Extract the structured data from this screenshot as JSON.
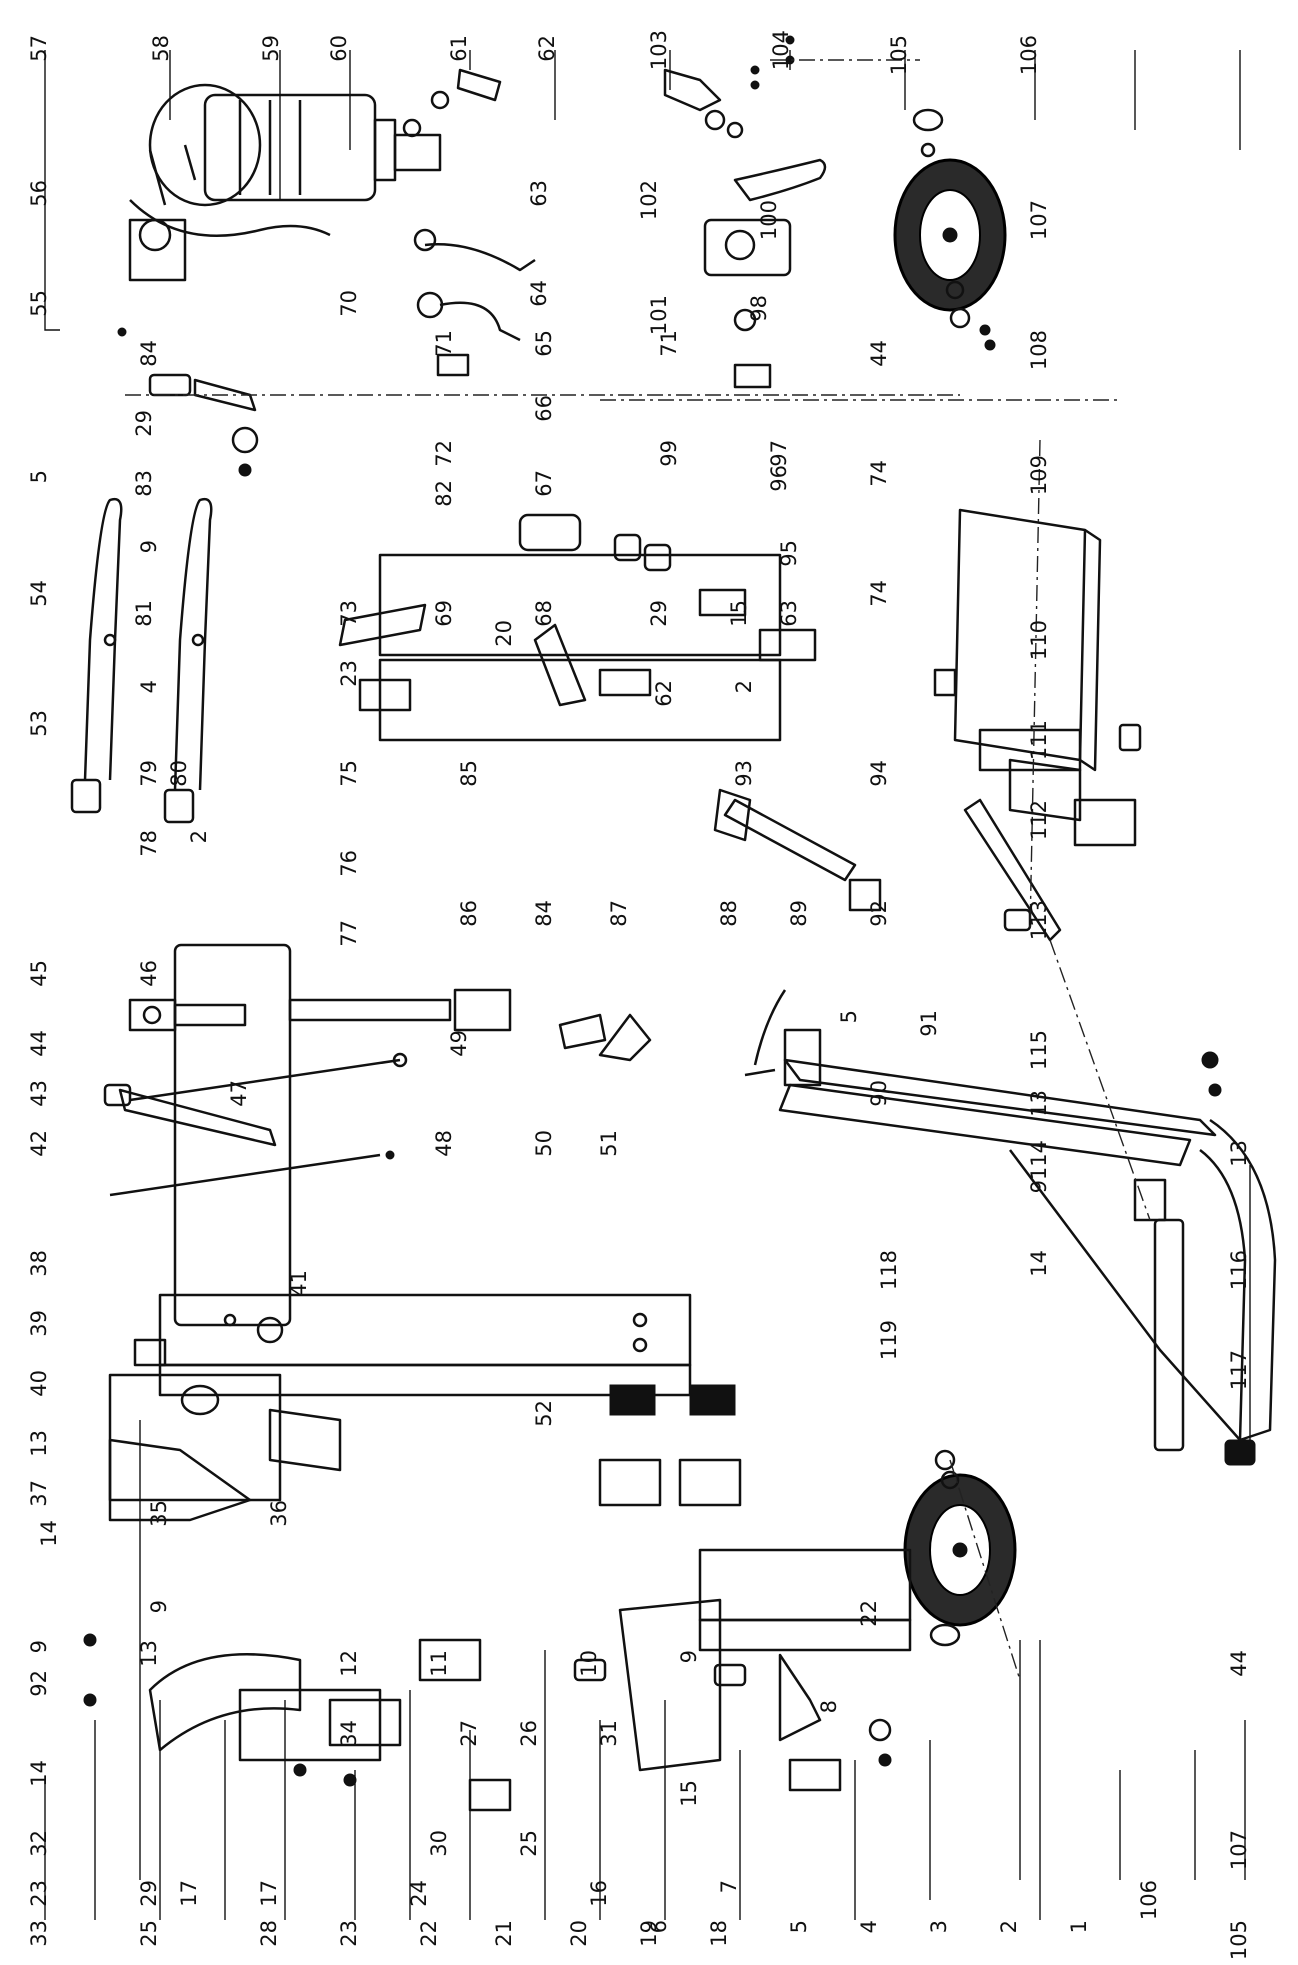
{
  "title": "",
  "callouts": [
    {
      "id": "c57",
      "label": "57"
    },
    {
      "id": "c58",
      "label": "58"
    },
    {
      "id": "c59",
      "label": "59"
    },
    {
      "id": "c60",
      "label": "60"
    },
    {
      "id": "c61",
      "label": "61"
    },
    {
      "id": "c62a",
      "label": "62"
    },
    {
      "id": "c103",
      "label": "103"
    },
    {
      "id": "c104",
      "label": "104"
    },
    {
      "id": "c105a",
      "label": "105"
    },
    {
      "id": "c106a",
      "label": "106"
    },
    {
      "id": "c56",
      "label": "56"
    },
    {
      "id": "c63a",
      "label": "63"
    },
    {
      "id": "c102",
      "label": "102"
    },
    {
      "id": "c64",
      "label": "64"
    },
    {
      "id": "c100",
      "label": "100"
    },
    {
      "id": "c98",
      "label": "98"
    },
    {
      "id": "c107a",
      "label": "107"
    },
    {
      "id": "c55",
      "label": "55"
    },
    {
      "id": "c70",
      "label": "70"
    },
    {
      "id": "c101",
      "label": "101"
    },
    {
      "id": "c65",
      "label": "65"
    },
    {
      "id": "c108",
      "label": "108"
    },
    {
      "id": "c84a",
      "label": "84"
    },
    {
      "id": "c29a",
      "label": "29"
    },
    {
      "id": "c71a",
      "label": "71"
    },
    {
      "id": "c71b",
      "label": "71"
    },
    {
      "id": "c66",
      "label": "66"
    },
    {
      "id": "c44a",
      "label": "44"
    },
    {
      "id": "c97",
      "label": "97"
    },
    {
      "id": "c83",
      "label": "83"
    },
    {
      "id": "c109",
      "label": "109"
    },
    {
      "id": "c5a",
      "label": "5"
    },
    {
      "id": "c72",
      "label": "72"
    },
    {
      "id": "c99",
      "label": "99"
    },
    {
      "id": "c96",
      "label": "96"
    },
    {
      "id": "c74a",
      "label": "74"
    },
    {
      "id": "c82",
      "label": "82"
    },
    {
      "id": "c67",
      "label": "67"
    },
    {
      "id": "c9a",
      "label": "9"
    },
    {
      "id": "c95",
      "label": "95"
    },
    {
      "id": "c54",
      "label": "54"
    },
    {
      "id": "c81",
      "label": "81"
    },
    {
      "id": "c73",
      "label": "73"
    },
    {
      "id": "c69",
      "label": "69"
    },
    {
      "id": "c68",
      "label": "68"
    },
    {
      "id": "c29b",
      "label": "29"
    },
    {
      "id": "c15a",
      "label": "15"
    },
    {
      "id": "c63b",
      "label": "63"
    },
    {
      "id": "c110",
      "label": "110"
    },
    {
      "id": "c74b",
      "label": "74"
    },
    {
      "id": "c20a",
      "label": "20"
    },
    {
      "id": "c62b",
      "label": "62"
    },
    {
      "id": "c2a",
      "label": "2"
    },
    {
      "id": "c4a",
      "label": "4"
    },
    {
      "id": "c23a",
      "label": "23"
    },
    {
      "id": "c111",
      "label": "111"
    },
    {
      "id": "c53",
      "label": "53"
    },
    {
      "id": "c79",
      "label": "79"
    },
    {
      "id": "c80",
      "label": "80"
    },
    {
      "id": "c75",
      "label": "75"
    },
    {
      "id": "c85",
      "label": "85"
    },
    {
      "id": "c93",
      "label": "93"
    },
    {
      "id": "c94",
      "label": "94"
    },
    {
      "id": "c112",
      "label": "112"
    },
    {
      "id": "c76",
      "label": "76"
    },
    {
      "id": "c78",
      "label": "78"
    },
    {
      "id": "c2b",
      "label": "2"
    },
    {
      "id": "c77",
      "label": "77"
    },
    {
      "id": "c86",
      "label": "86"
    },
    {
      "id": "c84b",
      "label": "84"
    },
    {
      "id": "c87",
      "label": "87"
    },
    {
      "id": "c88",
      "label": "88"
    },
    {
      "id": "c89",
      "label": "89"
    },
    {
      "id": "c92a",
      "label": "92"
    },
    {
      "id": "c113",
      "label": "113"
    },
    {
      "id": "c45",
      "label": "45"
    },
    {
      "id": "c46",
      "label": "46"
    },
    {
      "id": "c5b",
      "label": "5"
    },
    {
      "id": "c91",
      "label": "91"
    },
    {
      "id": "c44b",
      "label": "44"
    },
    {
      "id": "c49",
      "label": "49"
    },
    {
      "id": "c115",
      "label": "115"
    },
    {
      "id": "c13a",
      "label": "13"
    },
    {
      "id": "c90",
      "label": "90"
    },
    {
      "id": "c43",
      "label": "43"
    },
    {
      "id": "c47",
      "label": "47"
    },
    {
      "id": "c42",
      "label": "42"
    },
    {
      "id": "c48",
      "label": "48"
    },
    {
      "id": "c50",
      "label": "50"
    },
    {
      "id": "c51",
      "label": "51"
    },
    {
      "id": "c114",
      "label": "114"
    },
    {
      "id": "c13b",
      "label": "13"
    },
    {
      "id": "c9b",
      "label": "9"
    },
    {
      "id": "c14a",
      "label": "14"
    },
    {
      "id": "c118",
      "label": "118"
    },
    {
      "id": "c116",
      "label": "116"
    },
    {
      "id": "c119",
      "label": "119"
    },
    {
      "id": "c38",
      "label": "38"
    },
    {
      "id": "c39",
      "label": "39"
    },
    {
      "id": "c40",
      "label": "40"
    },
    {
      "id": "c41",
      "label": "41"
    },
    {
      "id": "c52",
      "label": "52"
    },
    {
      "id": "c13c",
      "label": "13"
    },
    {
      "id": "c37",
      "label": "37"
    },
    {
      "id": "c92b",
      "label": "92"
    },
    {
      "id": "c117",
      "label": "117"
    },
    {
      "id": "c9c",
      "label": "9"
    },
    {
      "id": "c35",
      "label": "35"
    },
    {
      "id": "c36",
      "label": "36"
    },
    {
      "id": "c44c",
      "label": "44"
    },
    {
      "id": "c14b",
      "label": "14"
    },
    {
      "id": "c9d",
      "label": "9"
    },
    {
      "id": "c13d",
      "label": "13"
    },
    {
      "id": "c12",
      "label": "12"
    },
    {
      "id": "c11",
      "label": "11"
    },
    {
      "id": "c10",
      "label": "10"
    },
    {
      "id": "c9e",
      "label": "9"
    },
    {
      "id": "c32",
      "label": "32"
    },
    {
      "id": "c107b",
      "label": "107"
    },
    {
      "id": "c34",
      "label": "34"
    },
    {
      "id": "c27",
      "label": "27"
    },
    {
      "id": "c26",
      "label": "26"
    },
    {
      "id": "c31",
      "label": "31"
    },
    {
      "id": "c14c",
      "label": "14"
    },
    {
      "id": "c8",
      "label": "8"
    },
    {
      "id": "c22a",
      "label": "22"
    },
    {
      "id": "c30",
      "label": "30"
    },
    {
      "id": "c25a",
      "label": "25"
    },
    {
      "id": "c15b",
      "label": "15"
    },
    {
      "id": "c106b",
      "label": "106"
    },
    {
      "id": "c23b",
      "label": "23"
    },
    {
      "id": "c17a",
      "label": "17"
    },
    {
      "id": "c24",
      "label": "24"
    },
    {
      "id": "c16",
      "label": "16"
    },
    {
      "id": "c7",
      "label": "7"
    },
    {
      "id": "c105b",
      "label": "105"
    },
    {
      "id": "c29c",
      "label": "29"
    },
    {
      "id": "c17b",
      "label": "17"
    },
    {
      "id": "c6",
      "label": "6"
    },
    {
      "id": "c33",
      "label": "33"
    },
    {
      "id": "c25b",
      "label": "25"
    },
    {
      "id": "c28",
      "label": "28"
    },
    {
      "id": "c23c",
      "label": "23"
    },
    {
      "id": "c22b",
      "label": "22"
    },
    {
      "id": "c21",
      "label": "21"
    },
    {
      "id": "c20b",
      "label": "20"
    },
    {
      "id": "c19",
      "label": "19"
    },
    {
      "id": "c18",
      "label": "18"
    },
    {
      "id": "c5c",
      "label": "5"
    },
    {
      "id": "c4b",
      "label": "4"
    },
    {
      "id": "c3",
      "label": "3"
    },
    {
      "id": "c2c",
      "label": "2"
    },
    {
      "id": "c1",
      "label": "1"
    }
  ]
}
